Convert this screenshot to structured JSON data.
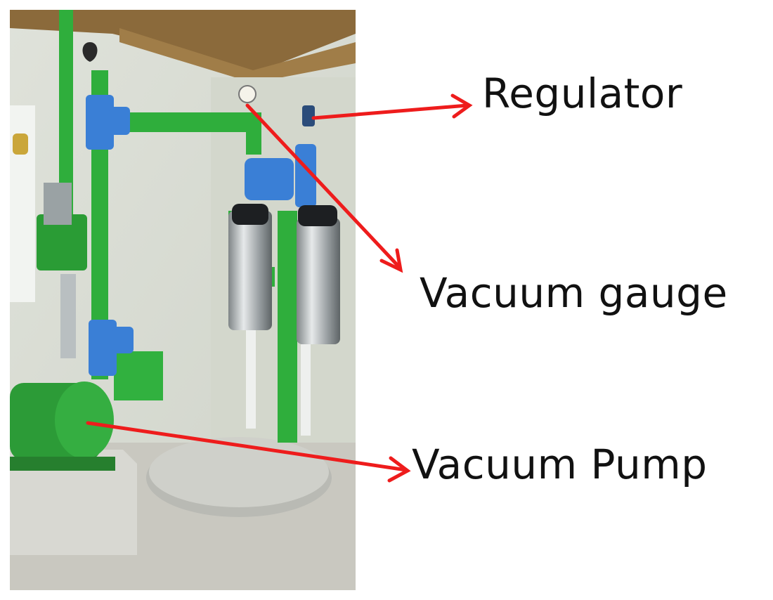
{
  "labels": {
    "regulator": "Regulator",
    "vacuum_gauge": "Vacuum gauge",
    "vacuum_pump": "Vacuum Pump"
  },
  "colors": {
    "arrow": "#ee1c1c",
    "pipe_green": "#2fae3c",
    "fitting_blue": "#3a7fd6",
    "wall": "#d9dcd3",
    "floor": "#c9c8c0"
  }
}
